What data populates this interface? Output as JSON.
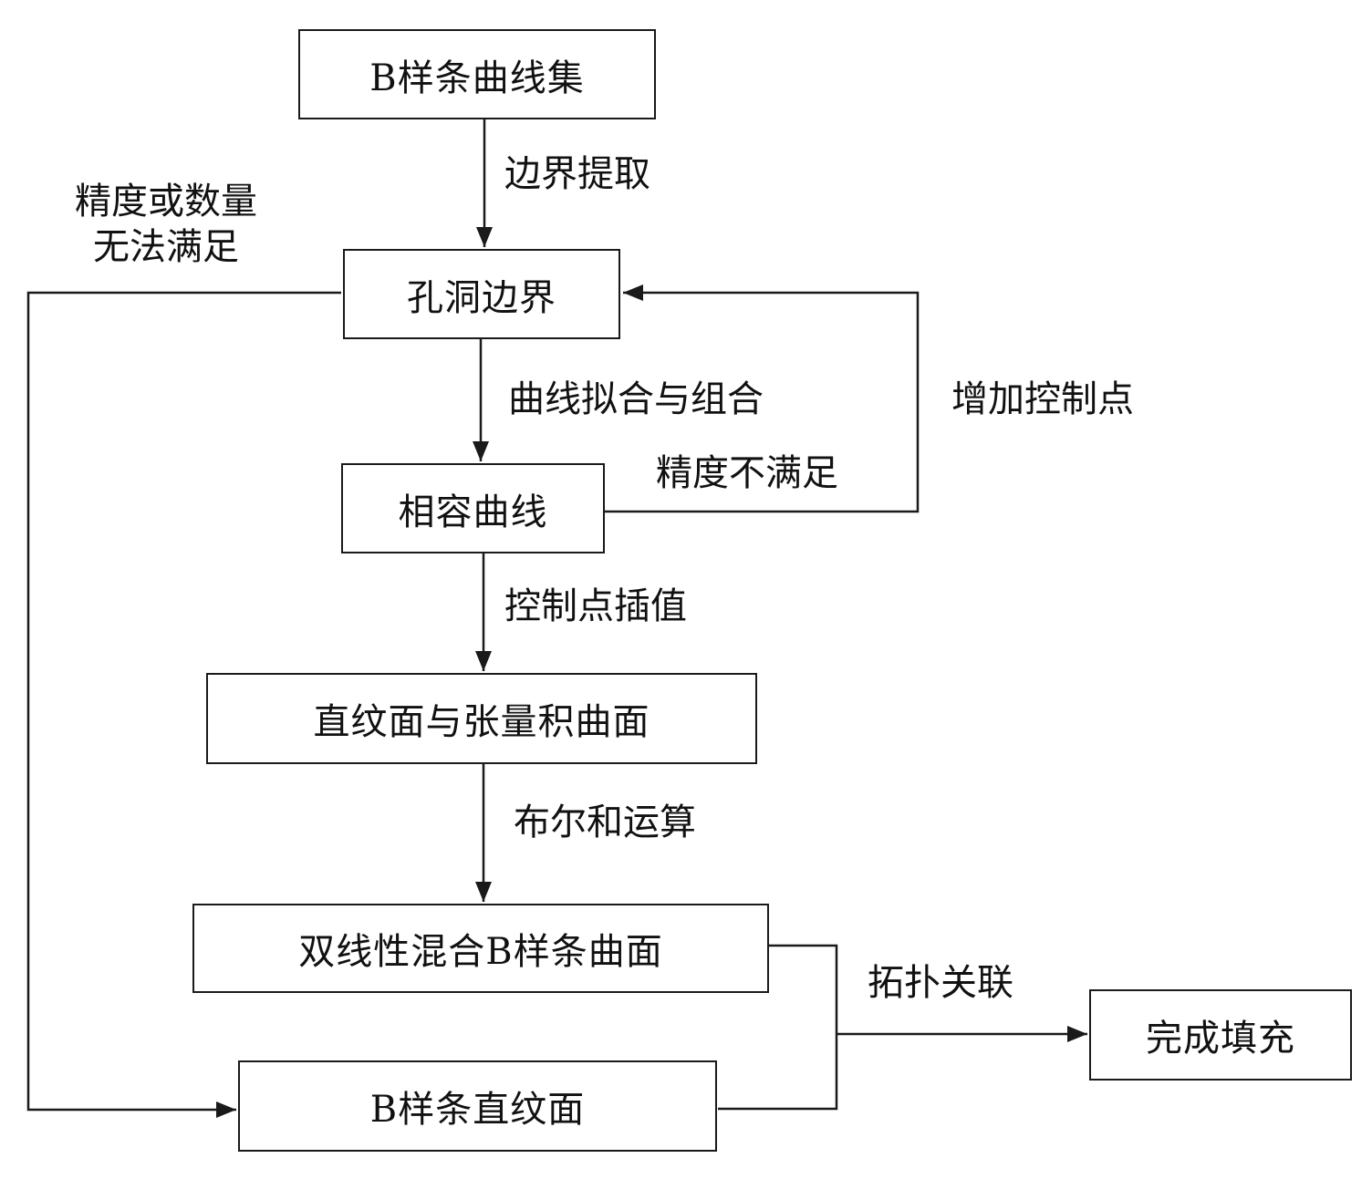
{
  "nodes": {
    "bspline_curve_set": "B样条曲线集",
    "hole_boundary": "孔洞边界",
    "compatible_curves": "相容曲线",
    "ruled_tensor_surface": "直纹面与张量积曲面",
    "bilinear_blend_surface": "双线性混合B样条曲面",
    "bspline_ruled_surface": "B样条直纹面",
    "fill_complete": "完成填充"
  },
  "edges": {
    "boundary_extraction": "边界提取",
    "precision_or_count_fail_line1": "精度或数量",
    "precision_or_count_fail_line2": "无法满足",
    "curve_fit_combine": "曲线拟合与组合",
    "add_control_points": "增加控制点",
    "precision_not_met": "精度不满足",
    "control_point_interp": "控制点插值",
    "boolean_sum": "布尔和运算",
    "topology_link": "拓扑关联"
  },
  "colors": {
    "stroke": "#1a1a1a",
    "background": "#ffffff"
  }
}
